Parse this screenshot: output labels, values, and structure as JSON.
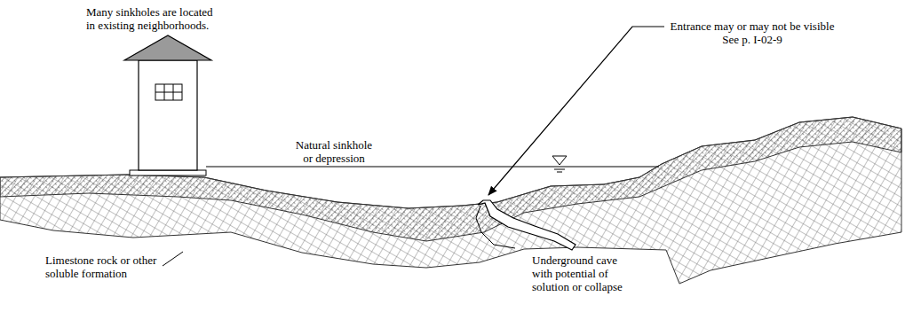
{
  "diagram": {
    "labels": [
      "Many sinkholes are located in existing neighborhoods.",
      "Entrance may or may not be visible See p. I-02-9",
      "Natural sinkhole or depression",
      "Limestone rock or other soluble formation",
      "Underground cave with potential of solution or collapse"
    ]
  }
}
